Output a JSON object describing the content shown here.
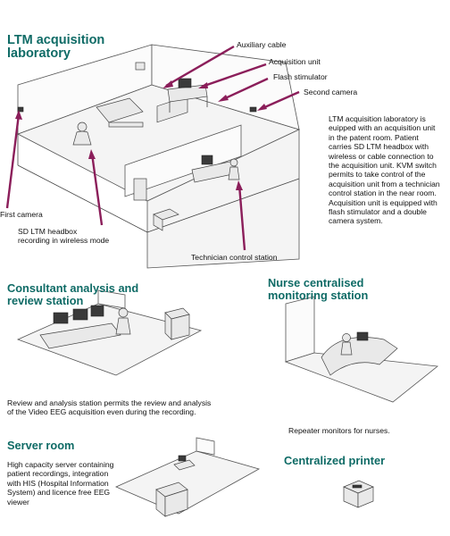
{
  "sections": {
    "ltm_title": "LTM acquisition\nlaboratory",
    "consultant_title": "Consultant analysis and\nreview station",
    "nurse_title": "Nurse centralised\nmonitoring station",
    "server_title": "Server room",
    "printer_title": "Centralized printer"
  },
  "labels": {
    "auxiliary_cable": "Auxiliary cable",
    "acquisition_unit": "Acquisition unit",
    "flash_stimulator": "Flash stimulator",
    "second_camera": "Second camera",
    "first_camera": "First camera",
    "headbox": "SD LTM headbox\nrecording in wireless mode",
    "technician_station": "Technician control station"
  },
  "descriptions": {
    "ltm": "LTM acquisition laboratory is euipped with an acquisition unit in the patent room. Patient carries SD LTM headbox with wireless or cable connection to the acquisition unit. KVM switch permits to take control of the acquisition unit from a technician control station in the near room. Acquisition unit is equipped with flash stimulator and a double camera system.",
    "consultant": "Review and analysis station permits the review and analysis of the Video EEG acquisition even during the recording.",
    "nurse": "Repeater monitors for nurses.",
    "server": "High capacity server containing patient recordings, integration with HIS (Hospital Information System) and licence free EEG viewer"
  },
  "colors": {
    "heading": "#0f6b66",
    "arrow": "#8b1e5a"
  }
}
